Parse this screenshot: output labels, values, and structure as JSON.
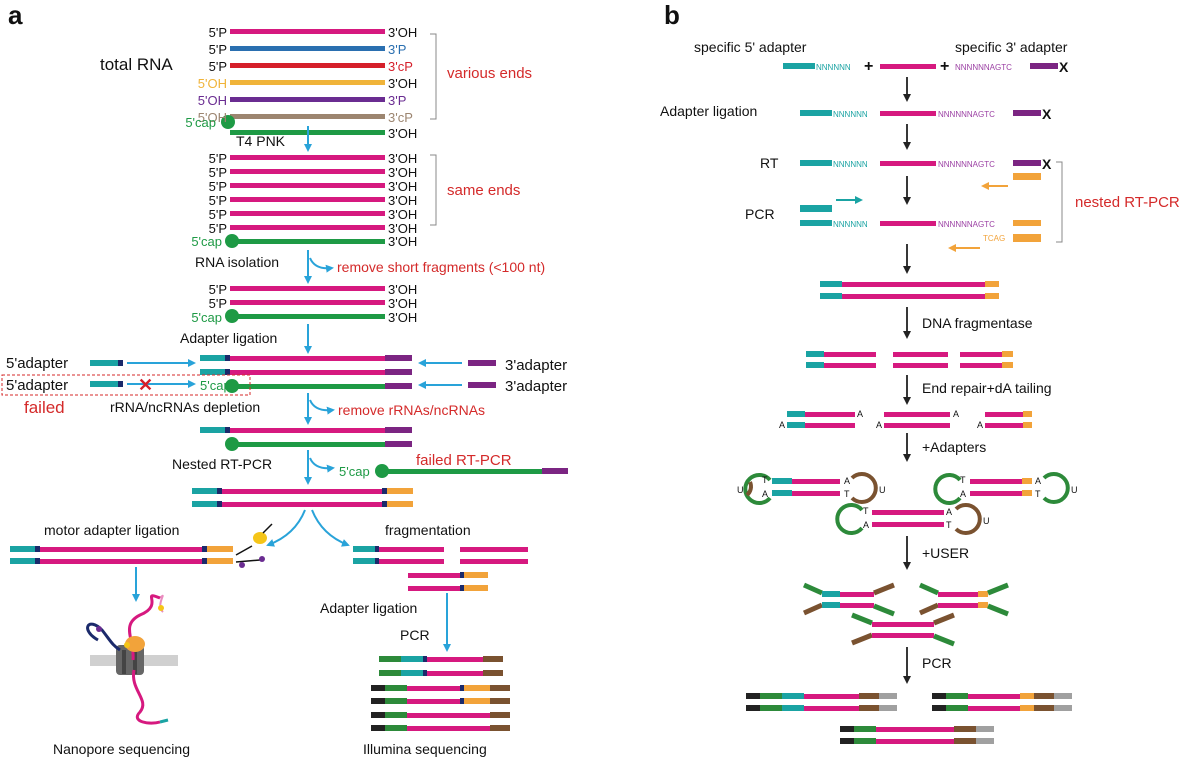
{
  "colors": {
    "rna": "#d6197f",
    "blue_end": "#2a6fb0",
    "red_end": "#d51f2a",
    "yellow_end": "#f0b43a",
    "purple_end": "#6a2c91",
    "brown_end": "#9c8570",
    "cap_green": "#1e9a45",
    "teal_adapter": "#1aa3a3",
    "dark_blue": "#1b2a6b",
    "purple_adapter": "#7b2582",
    "orange": "#f2a33a",
    "arrow_blue": "#29a3d9",
    "label_red": "#d42a2a",
    "black_index": "#222222",
    "green_index": "#2d8a3a",
    "brown_index": "#7a5230",
    "gray_index": "#a0a0a0"
  },
  "panel_a": {
    "letter": "a",
    "total_rna": "total RNA",
    "end_5p": "5'P",
    "end_5oh": "5'OH",
    "end_5cap": "5'cap",
    "end_3oh": "3'OH",
    "end_3p": "3'P",
    "end_3cp": "3'cP",
    "various_ends_1": "various",
    "various_ends_2": " ends",
    "t4pnk": "T4 PNK",
    "same_ends_1": "same",
    "same_ends_2": " ends",
    "rna_isolation": "RNA isolation",
    "remove_short": "remove short fragments (<100 nt)",
    "adapter_ligation": "Adapter ligation",
    "adapter_5": "5'adapter",
    "adapter_3": "3'adapter",
    "failed": "failed",
    "depletion": "rRNA/ncRNAs depletion",
    "remove_rrna": "remove rRNAs/ncRNAs",
    "nested_rtpcr": "Nested RT-PCR",
    "failed_rtpcr": "failed RT-PCR",
    "motor_ligation": "motor adapter ligation",
    "fragmentation": "fragmentation",
    "adapter_ligation_2": "Adapter ligation",
    "pcr": "PCR",
    "nanopore": "Nanopore sequencing",
    "illumina": "Illumina sequencing"
  },
  "panel_b": {
    "letter": "b",
    "specific_5": "specific 5' adapter",
    "specific_3": "specific 3' adapter",
    "plus": "+",
    "nnnnnn": "NNNNNN",
    "nnnnnn_agtc": "NNNNNNAGTC",
    "tcag": "TCAG",
    "x_mark": "X",
    "adapter_ligation": "Adapter ligation",
    "rt": "RT",
    "pcr": "PCR",
    "nested_rtpcr": "nested RT-PCR",
    "dna_fragmentase": "DNA fragmentase",
    "end_repair": "End repair+dA tailing",
    "adapters": "+Adapters",
    "user": "+USER",
    "pcr_2": "PCR",
    "base_a": "A",
    "base_t": "T",
    "base_u": "U"
  }
}
